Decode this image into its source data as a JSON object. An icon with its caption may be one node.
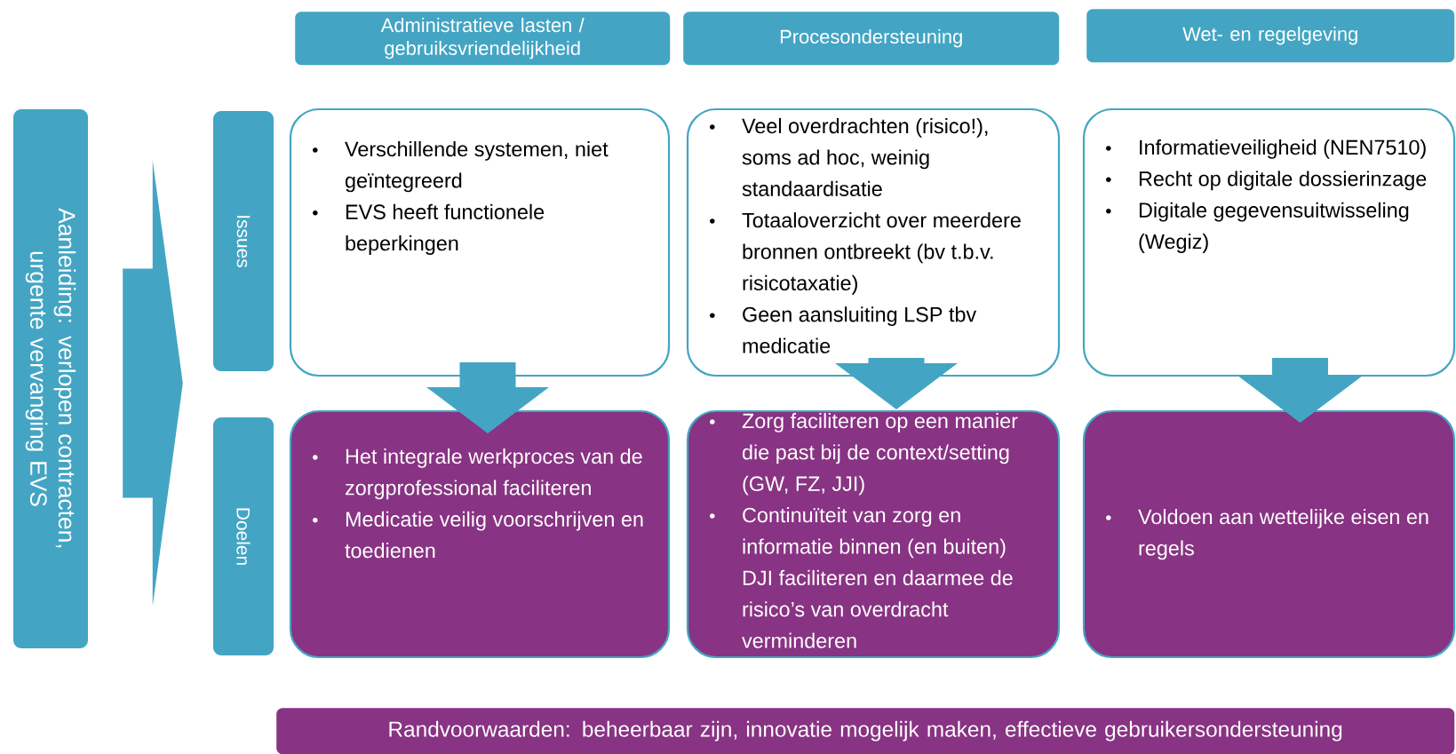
{
  "diagram": {
    "nodes": [
      {
        "text": [
          "Administratieve lasten / gebruiksvriendelijkheid"
        ]
      },
      {
        "text": [
          "Procesondersteuning"
        ]
      },
      {
        "text": [
          "Wet- en regelgeving"
        ]
      },
      {
        "text": [
          "Aanleiding: verlopen contracten, urgente vervanging EVS"
        ]
      },
      {
        "text": [
          "Issues"
        ]
      },
      {
        "text": [
          "Verschillende systemen, niet geïntegreerd",
          "EVS heeft functionele beperkingen"
        ]
      },
      {
        "text": [
          "Veel overdrachten (risico!), soms ad hoc, weinig standaardisatie",
          "Totaaloverzicht over meerdere bronnen ontbreekt (bv t.b.v. risicotaxatie)",
          "Geen aansluiting LSP tbv medicatie"
        ]
      },
      {
        "text": [
          "Informatieveiligheid (NEN7510)",
          "Recht op digitale dossierinzage",
          "Digitale gegevensuitwisseling (Wegiz)"
        ]
      },
      {
        "text": [
          "Doelen"
        ]
      },
      {
        "text": [
          "Het integrale werkproces van de zorgprofessional faciliteren",
          "Medicatie veilig voorschrijven en toedienen"
        ]
      },
      {
        "text": [
          "Zorg faciliteren op een manier die past bij de context/setting (GW, FZ, JJI)",
          "Continuïteit van zorg en informatie binnen (en buiten) DJI faciliteren en daarmee de risico’s van overdracht verminderen"
        ]
      },
      {
        "text": [
          "Voldoen aan wettelijke eisen en regels"
        ]
      },
      {
        "text": [
          "Randvoorwaarden: beheerbaar zijn, innovatie mogelijk maken, effectieve gebruikersondersteuning"
        ]
      }
    ],
    "edges": [
      {
        "from": 3,
        "to": 4,
        "arrow": "to"
      },
      {
        "from": 3,
        "to": 8,
        "arrow": "to"
      },
      {
        "from": 5,
        "to": 9,
        "arrow": "to"
      },
      {
        "from": 6,
        "to": 10,
        "arrow": "to"
      },
      {
        "from": 7,
        "to": 11,
        "arrow": "to"
      }
    ]
  }
}
